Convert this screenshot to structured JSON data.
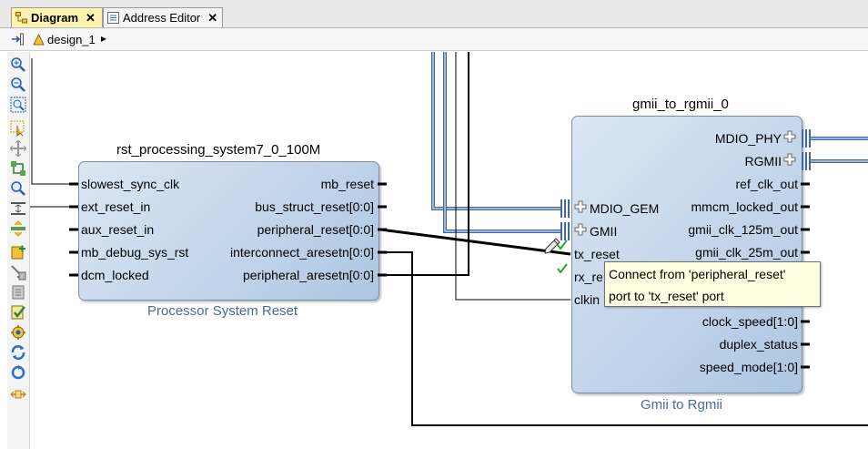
{
  "tabs": [
    {
      "label": "Diagram",
      "icon": "diagram-icon",
      "close": "✕"
    },
    {
      "label": "Address Editor",
      "icon": "address-editor-icon",
      "close": "✕"
    }
  ],
  "breadcrumb": {
    "design": "design_1",
    "arrow": "▸"
  },
  "toolbar_icons": [
    "zoom-in-icon",
    "zoom-out-icon",
    "zoom-fit-icon",
    "select-area-icon",
    "fit-selection-icon",
    "regenerate-layout-icon",
    "search-icon",
    "collapse-icon",
    "expand-icon",
    "add-ip-icon",
    "make-connection-icon",
    "validate-design-icon",
    "run-automation-icon",
    "mark-debug-icon",
    "refresh-icon",
    "reload-icon",
    "pin-distance-icon"
  ],
  "rst_block": {
    "instance": "rst_processing_system7_0_100M",
    "type": "Processor System Reset",
    "inputs": [
      "slowest_sync_clk",
      "ext_reset_in",
      "aux_reset_in",
      "mb_debug_sys_rst",
      "dcm_locked"
    ],
    "outputs": [
      "mb_reset",
      "bus_struct_reset[0:0]",
      "peripheral_reset[0:0]",
      "interconnect_aresetn[0:0]",
      "peripheral_aresetn[0:0]"
    ]
  },
  "gmii_block": {
    "instance": "gmii_to_rgmii_0",
    "type": "Gmii to Rgmii",
    "in_interfaces": [
      "MDIO_GEM",
      "GMII"
    ],
    "inputs": [
      "tx_reset",
      "rx_re",
      "clkin"
    ],
    "out_interfaces": [
      "MDIO_PHY",
      "RGMII"
    ],
    "outputs": [
      "ref_clk_out",
      "mmcm_locked_out",
      "gmii_clk_125m_out",
      "gmii_clk_25m_out",
      "clock_speed[1:0]",
      "duplex_status",
      "speed_mode[1:0]"
    ]
  },
  "tooltip": {
    "line1": "Connect from 'peripheral_reset'",
    "line2": "port to 'tx_reset' port"
  },
  "colors": {
    "bus": "#3d6aa3",
    "wire": "#000000",
    "tab_active": "#fff3b0",
    "tooltip_bg": "#ffffe1",
    "block_type": "#4a6a9c"
  }
}
